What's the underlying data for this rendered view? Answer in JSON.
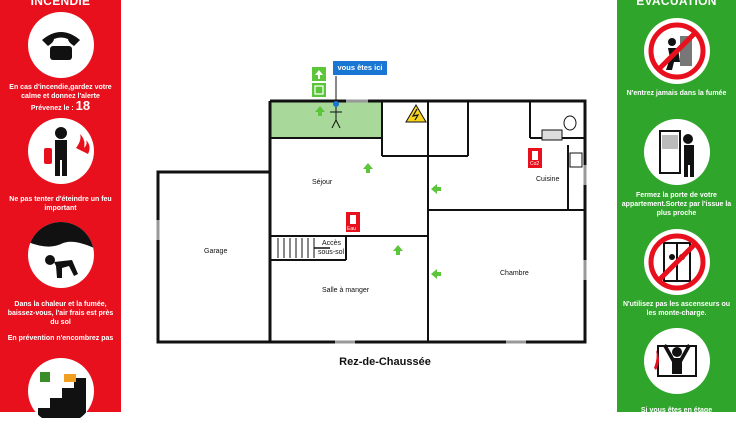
{
  "left_panel": {
    "title": "INCENDIE",
    "text1": "En cas d'incendie,gardez votre calme et donnez l'alerte",
    "text1b": "Prévenez le :",
    "emergency_number": "18",
    "text2": "Ne pas tenter d'éteindre un feu important",
    "text3": "Dans la chaleur et la fumée, baissez-vous, l'air frais est près du sol",
    "text4": "En prévention n'encombrez pas"
  },
  "right_panel": {
    "title": "EVACUATION",
    "text1": "N'entrez jamais dans la fumée",
    "text2": "Fermez la porte de votre appartement.Sortez par l'issue la plus proche",
    "text3": "N'utilisez pas les ascenseurs ou les monte-charge.",
    "text4": "Si vous êtes en étage"
  },
  "plan": {
    "you_are_here": "vous êtes ici",
    "rooms": {
      "garage": "Garage",
      "sejour": "Séjour",
      "cuisine": "Cuisine",
      "chambre": "Chambre",
      "salle": "Salle à manger",
      "acces1": "Accès",
      "acces2": "sous-sol"
    },
    "extinguisher_label": "Eau",
    "co2_label": "Co2",
    "caption": "Rez-de-Chaussée"
  },
  "colors": {
    "red": "#e8101c",
    "green": "#2fa52b",
    "blue": "#1976d2",
    "exit_green": "#5cc63a"
  }
}
